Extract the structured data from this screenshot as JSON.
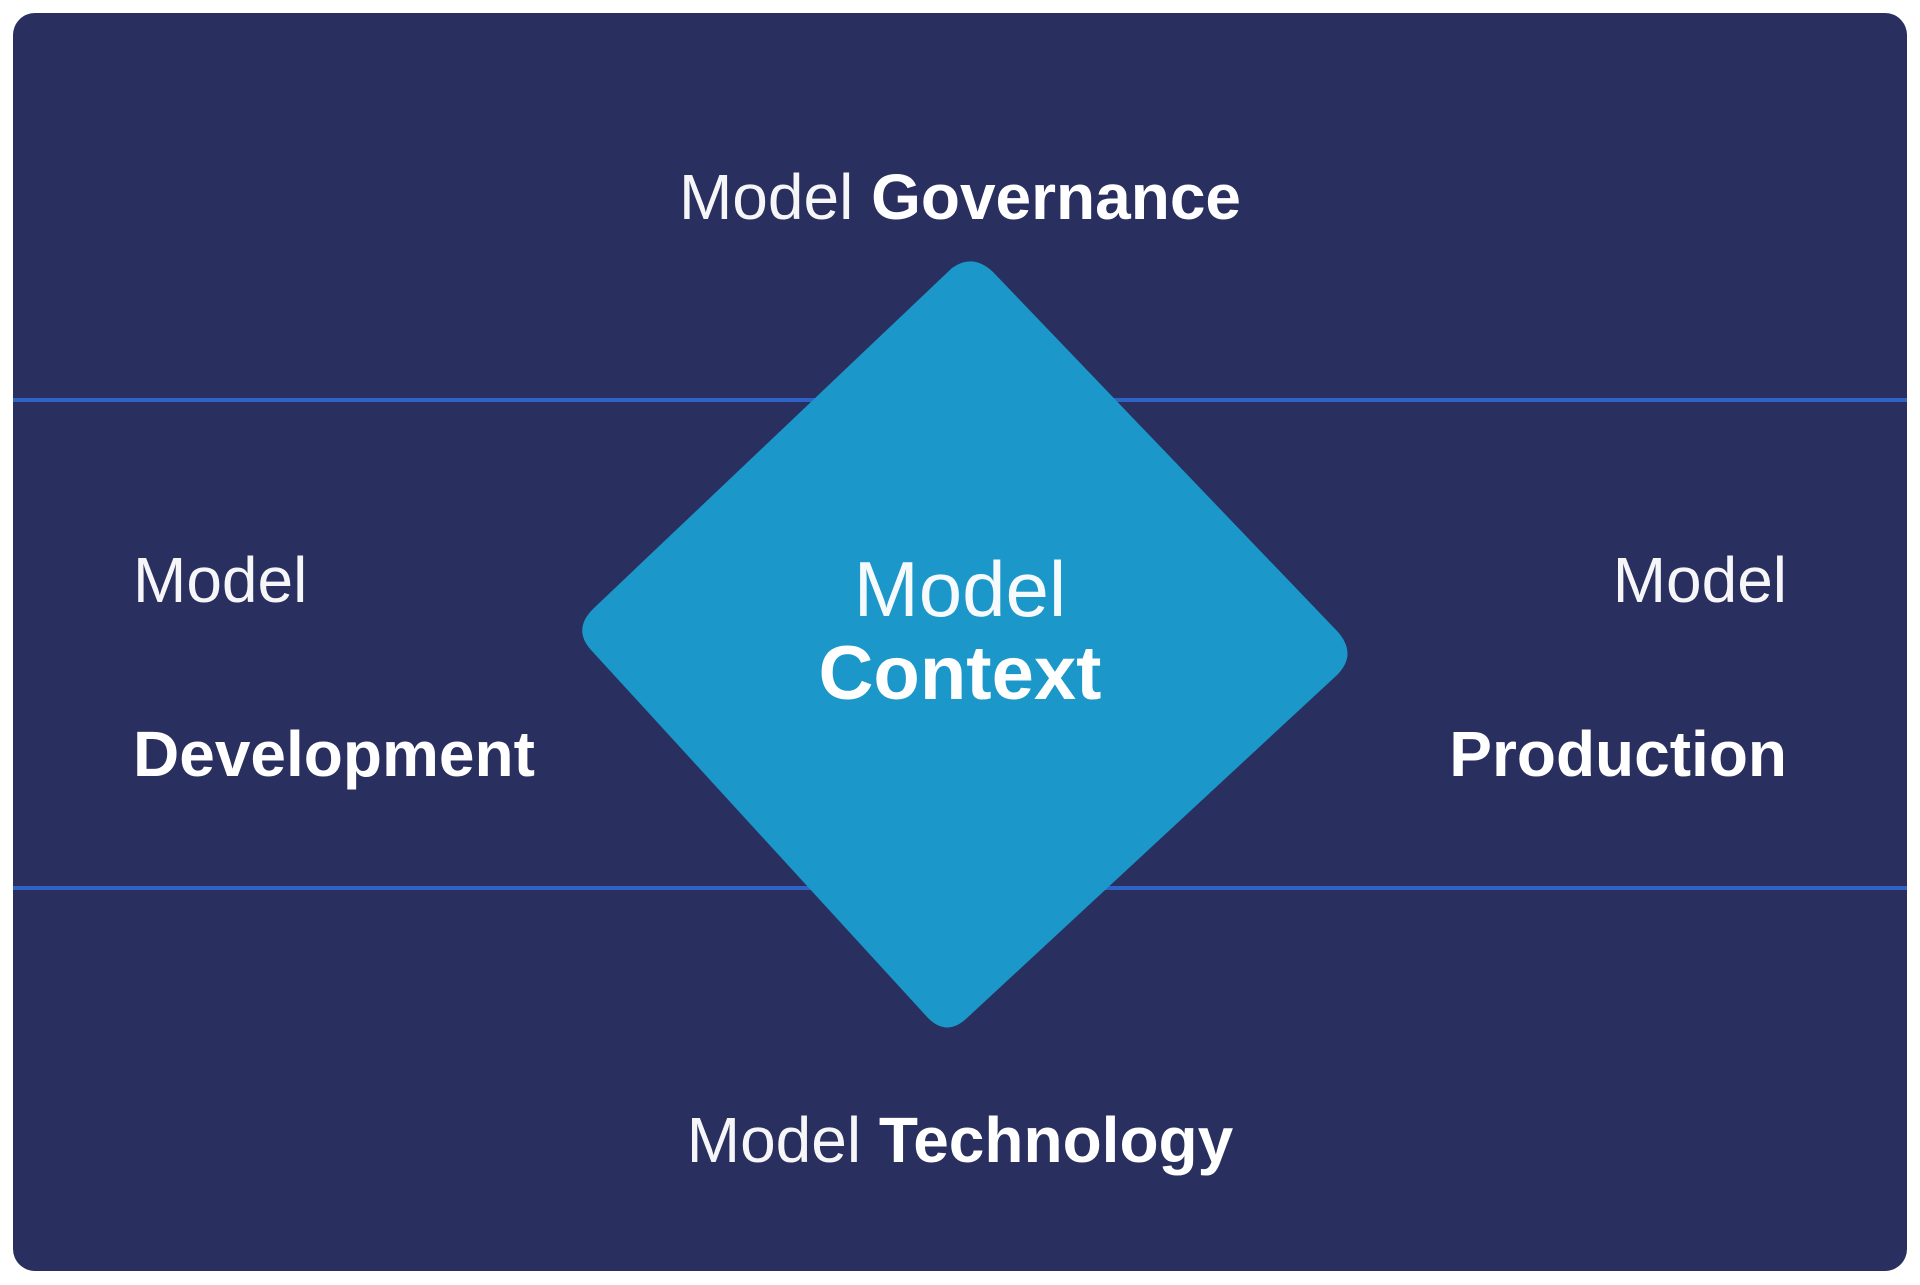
{
  "colors": {
    "panel_background": "#292f5f",
    "divider_line": "#2e62c4",
    "diamond_fill": "#1b97c9",
    "text": "#ffffff"
  },
  "diagram": {
    "top": {
      "prefix": "Model",
      "emphasis": "Governance"
    },
    "left": {
      "prefix": "Model",
      "emphasis": "Development"
    },
    "center": {
      "prefix": "Model",
      "emphasis": "Context"
    },
    "right": {
      "prefix": "Model",
      "emphasis": "Production"
    },
    "bottom": {
      "prefix": "Model",
      "emphasis": "Technology"
    }
  }
}
